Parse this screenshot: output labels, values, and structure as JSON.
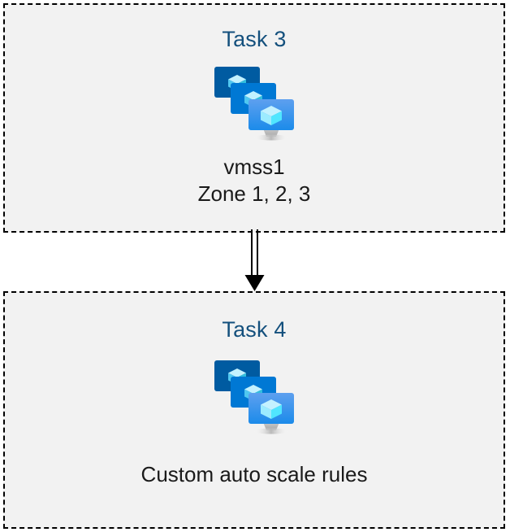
{
  "diagram": {
    "type": "flow",
    "background": "#ffffff",
    "box_fill": "#f2f2f2",
    "box_border_color": "#000000",
    "title_color": "#14507d",
    "caption_color": "#1a1a1a",
    "nodes": [
      {
        "id": "task3",
        "title": "Task 3",
        "icon": "vmss-icon",
        "icon_label": "virtual machine scale set",
        "caption_line1": "vmss1",
        "caption_line2": "Zone 1, 2, 3"
      },
      {
        "id": "task4",
        "title": "Task 4",
        "icon": "vmss-icon",
        "icon_label": "virtual machine scale set",
        "caption_line1": "Custom auto scale rules",
        "caption_line2": ""
      }
    ],
    "connector": {
      "from": "task3",
      "to": "task4",
      "style": "double-line-arrow",
      "color": "#000000",
      "direction": "down"
    },
    "icon_colors": {
      "monitor_back": "#005ba1",
      "monitor_middle": "#0078d4",
      "monitor_front_top": "#5ea0ef",
      "monitor_front_bottom": "#1b8bea",
      "cube_light": "#c3f1ff",
      "cube_mid": "#9cebff",
      "cube_dark": "#32bedd",
      "stand": "#b3b3b3"
    }
  }
}
